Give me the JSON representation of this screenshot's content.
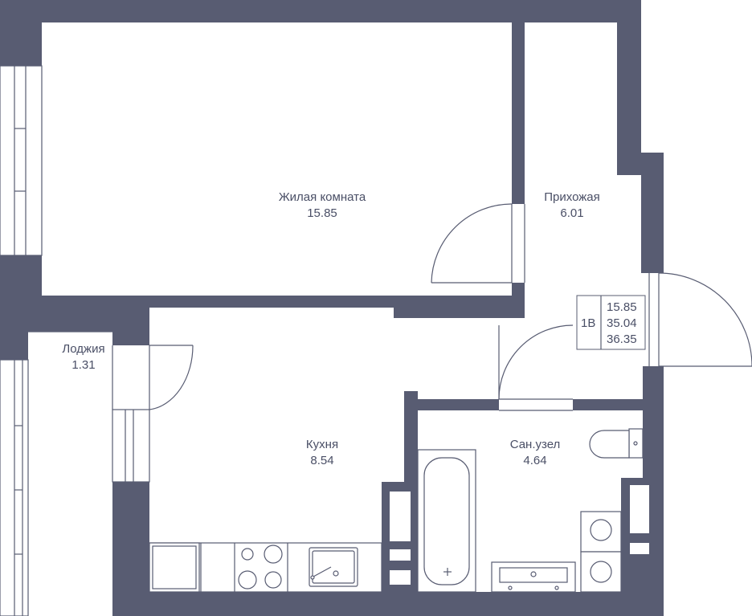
{
  "rooms": {
    "living": {
      "name": "Жилая комната",
      "area": "15.85"
    },
    "hall": {
      "name": "Прихожая",
      "area": "6.01"
    },
    "loggia": {
      "name": "Лоджия",
      "area": "1.31"
    },
    "kitchen": {
      "name": "Кухня",
      "area": "8.54"
    },
    "bath": {
      "name": "Сан.узел",
      "area": "4.64"
    }
  },
  "summary": {
    "type": "1В",
    "living_area": "15.85",
    "total_area": "35.04",
    "total_with_loggia": "36.35"
  },
  "colors": {
    "wall": "#585c72",
    "text": "#4a4f66",
    "background": "#ffffff"
  }
}
